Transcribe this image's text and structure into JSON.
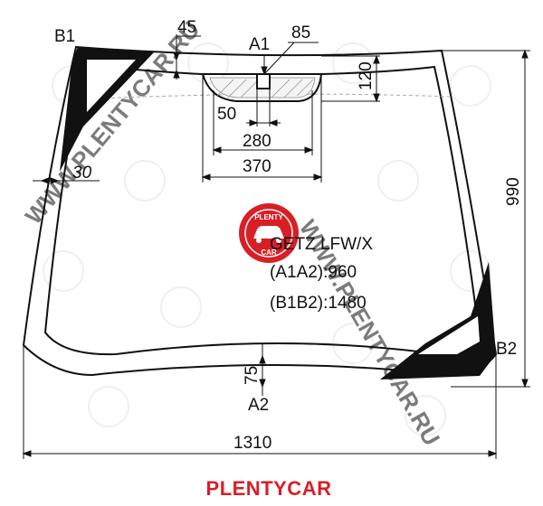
{
  "diagram": {
    "corner_labels": {
      "b1": "B1",
      "b2": "B2",
      "a1": "A1",
      "a2": "A2"
    },
    "dimensions": {
      "top_offset": "45",
      "bracket_width": "85",
      "sensor_depth": "120",
      "bracket_inner": "50",
      "zone_inner": "280",
      "zone_outer": "370",
      "side_band": "30",
      "height": "990",
      "bottom_band": "75",
      "width": "1310"
    },
    "info": {
      "model": "GETZ LFW/X",
      "a1a2": "(A1A2):960",
      "b1b2": "(B1B2):1480"
    },
    "logo": {
      "top": "PLENTY",
      "bottom": "CAR"
    },
    "watermark": "WWW.PLENTYCAR.RU",
    "brand_name": "PLENTYCAR",
    "colors": {
      "brand": "#d81f26",
      "line": "#111111",
      "watermark": "#e6e6e6"
    }
  }
}
